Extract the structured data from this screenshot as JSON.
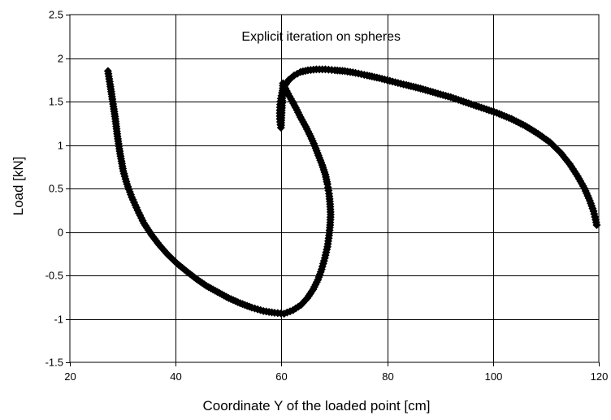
{
  "chart_data": {
    "type": "scatter",
    "title": "",
    "annotation": "Explicit iteration on spheres",
    "xlabel": "Coordinate Y of the loaded point [cm]",
    "ylabel": "Load [kN]",
    "xlim": [
      20,
      120
    ],
    "ylim": [
      -1.5,
      2.5
    ],
    "xticks": [
      "20",
      "40",
      "60",
      "80",
      "100",
      "120"
    ],
    "yticks": [
      "-1.5",
      "-1",
      "-0.5",
      "0",
      "0.5",
      "1",
      "1.5",
      "2",
      "2.5"
    ],
    "grid": true,
    "legend": "none",
    "marker": "diamond",
    "marker_color": "#000000",
    "series": [
      {
        "x": [
          27.2,
          27.6,
          28.1,
          28.6,
          29.0,
          29.5,
          30.1,
          30.8,
          31.7,
          32.8,
          34.0,
          35.4,
          36.9,
          38.5,
          40.2,
          42.0,
          43.9,
          45.8,
          47.9,
          50.0,
          52.2,
          54.4,
          56.6,
          58.7,
          60.5,
          62.2,
          63.7,
          64.9,
          66.0,
          66.9,
          67.6,
          68.2,
          68.7,
          69.0,
          69.2,
          69.3,
          69.2,
          69.0,
          68.7,
          68.3,
          67.7,
          67.0,
          66.3,
          65.5,
          64.6,
          63.6,
          62.7,
          61.8,
          61.0,
          60.3,
          59.9,
          59.7,
          59.7,
          59.8,
          60.1,
          60.6,
          61.4,
          62.4,
          63.6,
          65.0,
          66.6,
          68.3,
          70.1,
          72.0,
          74.0,
          76.2,
          78.5,
          81.0,
          83.6,
          86.3,
          89.1,
          92.0,
          94.9,
          97.8,
          100.7,
          103.5,
          106.1,
          108.5,
          110.8,
          112.8,
          114.5,
          116.0,
          117.3,
          118.3,
          119.0,
          119.4,
          119.6
        ],
        "y": [
          1.85,
          1.7,
          1.5,
          1.3,
          1.1,
          0.9,
          0.7,
          0.55,
          0.4,
          0.25,
          0.1,
          -0.03,
          -0.15,
          -0.26,
          -0.36,
          -0.45,
          -0.54,
          -0.62,
          -0.69,
          -0.76,
          -0.82,
          -0.87,
          -0.91,
          -0.93,
          -0.94,
          -0.9,
          -0.84,
          -0.76,
          -0.66,
          -0.55,
          -0.43,
          -0.3,
          -0.17,
          -0.04,
          0.08,
          0.2,
          0.32,
          0.44,
          0.55,
          0.66,
          0.77,
          0.88,
          0.99,
          1.1,
          1.21,
          1.32,
          1.43,
          1.53,
          1.62,
          1.71,
          1.2,
          1.3,
          1.4,
          1.5,
          1.6,
          1.68,
          1.75,
          1.8,
          1.84,
          1.86,
          1.87,
          1.87,
          1.86,
          1.85,
          1.83,
          1.8,
          1.77,
          1.73,
          1.69,
          1.65,
          1.6,
          1.55,
          1.49,
          1.43,
          1.37,
          1.3,
          1.22,
          1.13,
          1.03,
          0.91,
          0.78,
          0.64,
          0.5,
          0.36,
          0.24,
          0.14,
          0.08
        ]
      }
    ]
  }
}
